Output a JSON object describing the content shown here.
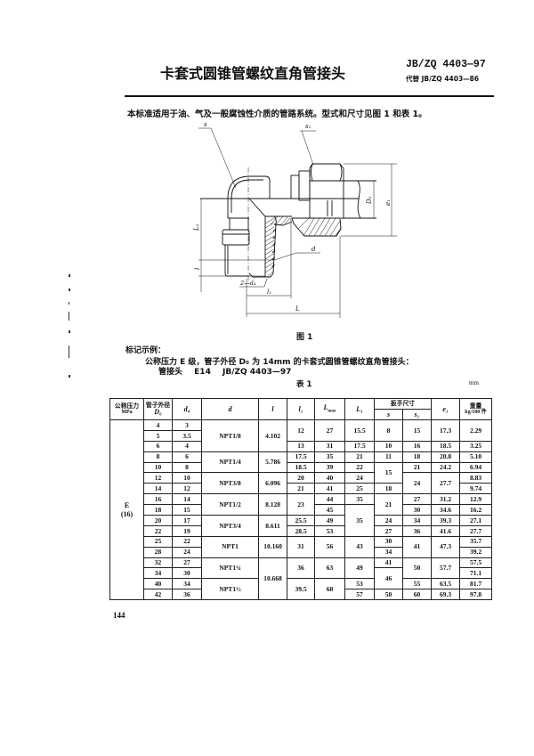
{
  "header": {
    "title": "卡套式圆锥管螺纹直角管接头",
    "standard_no": "JB/ZQ 4403—97",
    "replaces": "代替 JB/ZQ 4403—86"
  },
  "intro": "本标准适用于油、气及一般腐蚀性介质的管路系统。型式和尺寸见图 1 和表 1。",
  "figure": {
    "caption": "图 1",
    "labels": {
      "s": "s",
      "s1": "s₁",
      "D0": "D₀",
      "e1": "e₁",
      "L1": "L₁",
      "l": "l",
      "d": "d",
      "d4": "2—d₄",
      "l1": "l₁",
      "L": "L"
    }
  },
  "marking_example": {
    "heading": "标记示例：",
    "description": "公称压力 E 级，管子外径 D₀ 为 14mm 的卡套式圆锥管螺纹直角管接头：",
    "code": {
      "name": "管接头",
      "grade": "E14",
      "standard": "JB/ZQ 4403—97"
    }
  },
  "table": {
    "caption": "表 1",
    "unit": "mm",
    "headers": {
      "pressure": {
        "label": "公称压力",
        "unit": "MPa"
      },
      "tube_od": {
        "label": "管子外径",
        "symbol": "D₀"
      },
      "d4": "d₄",
      "d": "d",
      "l": "l",
      "l1": "l₁",
      "Lmax": {
        "symbol": "L",
        "sub": "max"
      },
      "L1": "L₁",
      "wrench": {
        "label": "扳手尺寸",
        "s": "s",
        "s1": "s₁"
      },
      "e1": "e₁",
      "weight": {
        "label": "重量",
        "unit": "kg/100 件"
      }
    },
    "pressure": {
      "grade": "E",
      "value": "(16)"
    },
    "rows": [
      {
        "D0": "4",
        "d4": "3",
        "d": "NPT1/8",
        "l": "4.102",
        "l1": "12",
        "Lmax": "27",
        "L1": "15.5",
        "s": "8",
        "s1": "15",
        "e1": "17.3",
        "weight": "2.29"
      },
      {
        "D0": "5",
        "d4": "3.5"
      },
      {
        "D0": "6",
        "d4": "4",
        "l1": "13",
        "Lmax": "31",
        "L1": "17.5",
        "s": "10",
        "s1": "16",
        "e1": "18.5",
        "weight": "3.25"
      },
      {
        "D0": "8",
        "d4": "6",
        "d": "NPT1/4",
        "l": "5.786",
        "l1": "17.5",
        "Lmax": "35",
        "L1": "21",
        "s": "11",
        "s1": "18",
        "e1": "20.8",
        "weight": "5.10"
      },
      {
        "D0": "10",
        "d4": "8",
        "l1": "18.5",
        "Lmax": "39",
        "L1": "22",
        "s": "15",
        "s1": "21",
        "e1": "24.2",
        "weight": "6.94"
      },
      {
        "D0": "12",
        "d4": "10",
        "d": "NPT3/8",
        "l": "6.096",
        "l1": "20",
        "Lmax": "40",
        "L1": "24",
        "s1": "24",
        "e1": "27.7",
        "weight": "8.83"
      },
      {
        "D0": "14",
        "d4": "12",
        "l1": "21",
        "Lmax": "41",
        "L1": "25",
        "s": "18",
        "weight": "9.74"
      },
      {
        "D0": "16",
        "d4": "14",
        "d": "NPT1/2",
        "l": "8.128",
        "l1": "23",
        "Lmax": "44",
        "L1": "35",
        "s": "21",
        "s1": "27",
        "e1": "31.2",
        "weight": "12.9"
      },
      {
        "D0": "18",
        "d4": "15",
        "Lmax": "45",
        "L1": "35",
        "s1": "30",
        "e1": "34.6",
        "weight": "16.2"
      },
      {
        "D0": "20",
        "d4": "17",
        "d": "NPT3/4",
        "l": "8.611",
        "l1": "25.5",
        "Lmax": "49",
        "s": "24",
        "s1": "34",
        "e1": "39.3",
        "weight": "27.1"
      },
      {
        "D0": "22",
        "d4": "19",
        "l1": "28.5",
        "Lmax": "53",
        "s": "27",
        "s1": "36",
        "e1": "41.6",
        "weight": "27.7"
      },
      {
        "D0": "25",
        "d4": "22",
        "d": "NPT1",
        "l": "10.160",
        "l1": "31",
        "Lmax": "56",
        "L1": "43",
        "s": "30",
        "s1": "41",
        "e1": "47.3",
        "weight": "35.7"
      },
      {
        "D0": "28",
        "d4": "24",
        "s": "34",
        "weight": "39.2"
      },
      {
        "D0": "32",
        "d4": "27",
        "d": "NPT1¼",
        "l": "10.668",
        "l1": "36",
        "Lmax": "63",
        "L1": "49",
        "s": "41",
        "s1": "50",
        "e1": "57.7",
        "weight": "57.5"
      },
      {
        "D0": "34",
        "d4": "30",
        "s": "46",
        "weight": "71.1"
      },
      {
        "D0": "40",
        "d4": "34",
        "d": "NPT1½",
        "l1": "39.5",
        "Lmax": "68",
        "L1": "53",
        "s1": "55",
        "e1": "63.5",
        "weight": "81.7"
      },
      {
        "D0": "42",
        "d4": "36",
        "L1": "57",
        "s": "50",
        "s1": "60",
        "e1": "69.3",
        "weight": "97.8"
      }
    ]
  },
  "page_number": "144"
}
